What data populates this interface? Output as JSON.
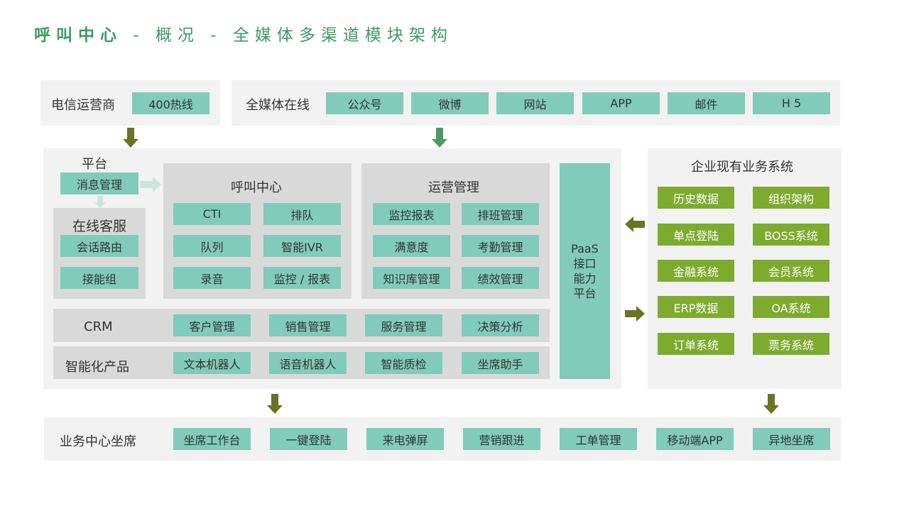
{
  "title": {
    "main": "呼叫中心",
    "sep1": "-",
    "part2": "概况",
    "sep2": "-",
    "part3": "全媒体多渠道模块架构"
  },
  "telecom": {
    "label": "电信运营商",
    "items": [
      "400热线"
    ]
  },
  "omni": {
    "label": "全媒体在线",
    "items": [
      "公众号",
      "微博",
      "网站",
      "APP",
      "邮件",
      "H 5"
    ]
  },
  "platform": {
    "label": "平台",
    "msg": "消息管理",
    "online": {
      "label": "在线客服",
      "items": [
        "会话路由",
        "接能组"
      ]
    }
  },
  "callcenter": {
    "label": "呼叫中心",
    "items": [
      "CTI",
      "排队",
      "队列",
      "智能IVR",
      "录音",
      "监控 / 报表"
    ]
  },
  "ops": {
    "label": "运营管理",
    "items": [
      "监控报表",
      "排班管理",
      "满意度",
      "考勤管理",
      "知识库管理",
      "绩效管理"
    ]
  },
  "crm": {
    "label": "CRM",
    "items": [
      "客户管理",
      "销售管理",
      "服务管理",
      "决策分析"
    ]
  },
  "ai": {
    "label": "智能化产品",
    "items": [
      "文本机器人",
      "语音机器人",
      "智能质检",
      "坐席助手"
    ]
  },
  "paas": {
    "lines": [
      "PaaS",
      "接口",
      "能力",
      "平台"
    ]
  },
  "enterprise": {
    "label": "企业现有业务系统",
    "items": [
      "历史数据",
      "组织架构",
      "单点登陆",
      "BOSS系统",
      "金融系统",
      "会员系统",
      "ERP数据",
      "OA系统",
      "订单系统",
      "票务系统"
    ]
  },
  "seats": {
    "label": "业务中心坐席",
    "items": [
      "坐席工作台",
      "一键登陆",
      "来电弹屏",
      "营销跟进",
      "工单管理",
      "移动端APP",
      "异地坐席"
    ]
  },
  "colors": {
    "teal": "#80cbb9",
    "green": "#7dab2e",
    "arrow_olive": "#6b7324",
    "arrow_green": "#4e9a63",
    "title": "#3e9b5e"
  }
}
